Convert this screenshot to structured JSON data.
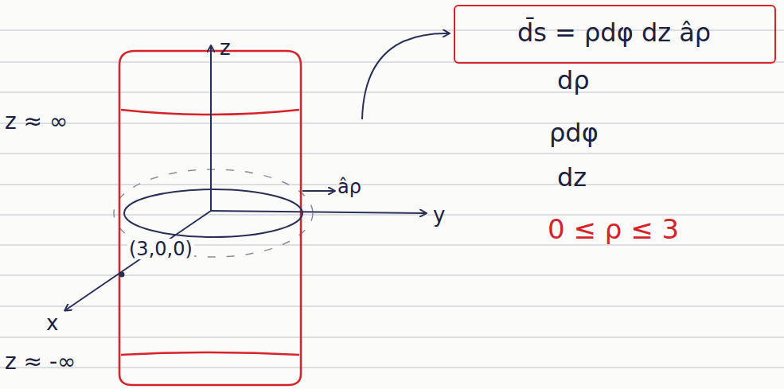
{
  "diagram": {
    "nodes": [
      {
        "text": [
          "d̄s = ρdφ dz âρ"
        ]
      }
    ],
    "labels": [
      "z",
      "z ≈ ∞",
      "âρ",
      "y",
      "(3,0,0)",
      "x",
      "z ≈ -∞",
      "dρ",
      "ρdφ",
      "dz",
      "0 ≤ ρ ≤ 3"
    ]
  }
}
